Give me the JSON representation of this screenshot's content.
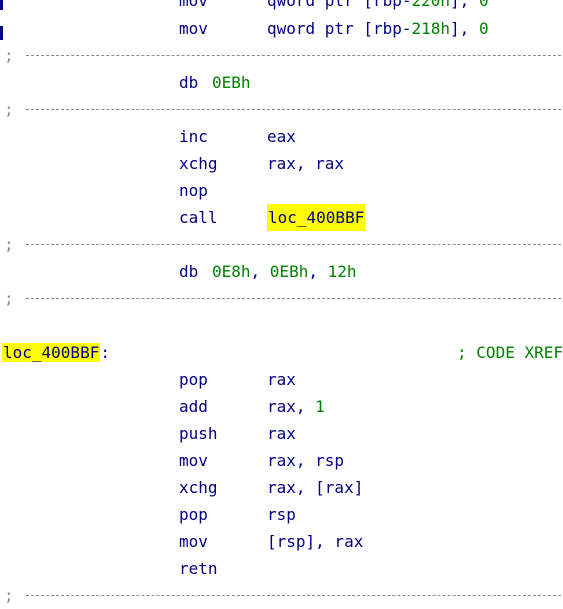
{
  "colors": {
    "background": "#ffffff",
    "text": "#000080",
    "number": "#008000",
    "comment": "#008000",
    "separator": "#8c8c8c",
    "highlight": "#ffff00"
  },
  "listing": {
    "l0": {
      "mnem": "mov",
      "op_a": "qword ptr [rbp-",
      "op_num": "220h",
      "op_b": "], ",
      "op_num2": "0"
    },
    "l1": {
      "mnem": "mov",
      "op_a": "qword ptr [rbp-",
      "op_num": "218h",
      "op_b": "], ",
      "op_num2": "0"
    },
    "sep": ";",
    "l2": {
      "mnem": "db",
      "op_num": "0EBh"
    },
    "l3": {
      "mnem": "inc",
      "ops": "eax"
    },
    "l4": {
      "mnem": "xchg",
      "ops": "rax, rax"
    },
    "l5": {
      "mnem": "nop"
    },
    "l6": {
      "mnem": "call",
      "target": "loc_400BBF"
    },
    "l7": {
      "mnem": "db",
      "n1": "0E8h",
      "c1": ", ",
      "n2": "0EBh",
      "c2": ", ",
      "n3": "12h"
    },
    "label": {
      "name": "loc_400BBF",
      "colon": ":",
      "comment": "; CODE XREF"
    },
    "l8": {
      "mnem": "pop",
      "ops": "rax"
    },
    "l9": {
      "mnem": "add",
      "op_a": "rax, ",
      "op_num": "1"
    },
    "l10": {
      "mnem": "push",
      "ops": "rax"
    },
    "l11": {
      "mnem": "mov",
      "ops": "rax, rsp"
    },
    "l12": {
      "mnem": "xchg",
      "ops": "rax, [rax]"
    },
    "l13": {
      "mnem": "pop",
      "ops": "rsp"
    },
    "l14": {
      "mnem": "mov",
      "ops": "[rsp], rax"
    },
    "l15": {
      "mnem": "retn"
    }
  }
}
